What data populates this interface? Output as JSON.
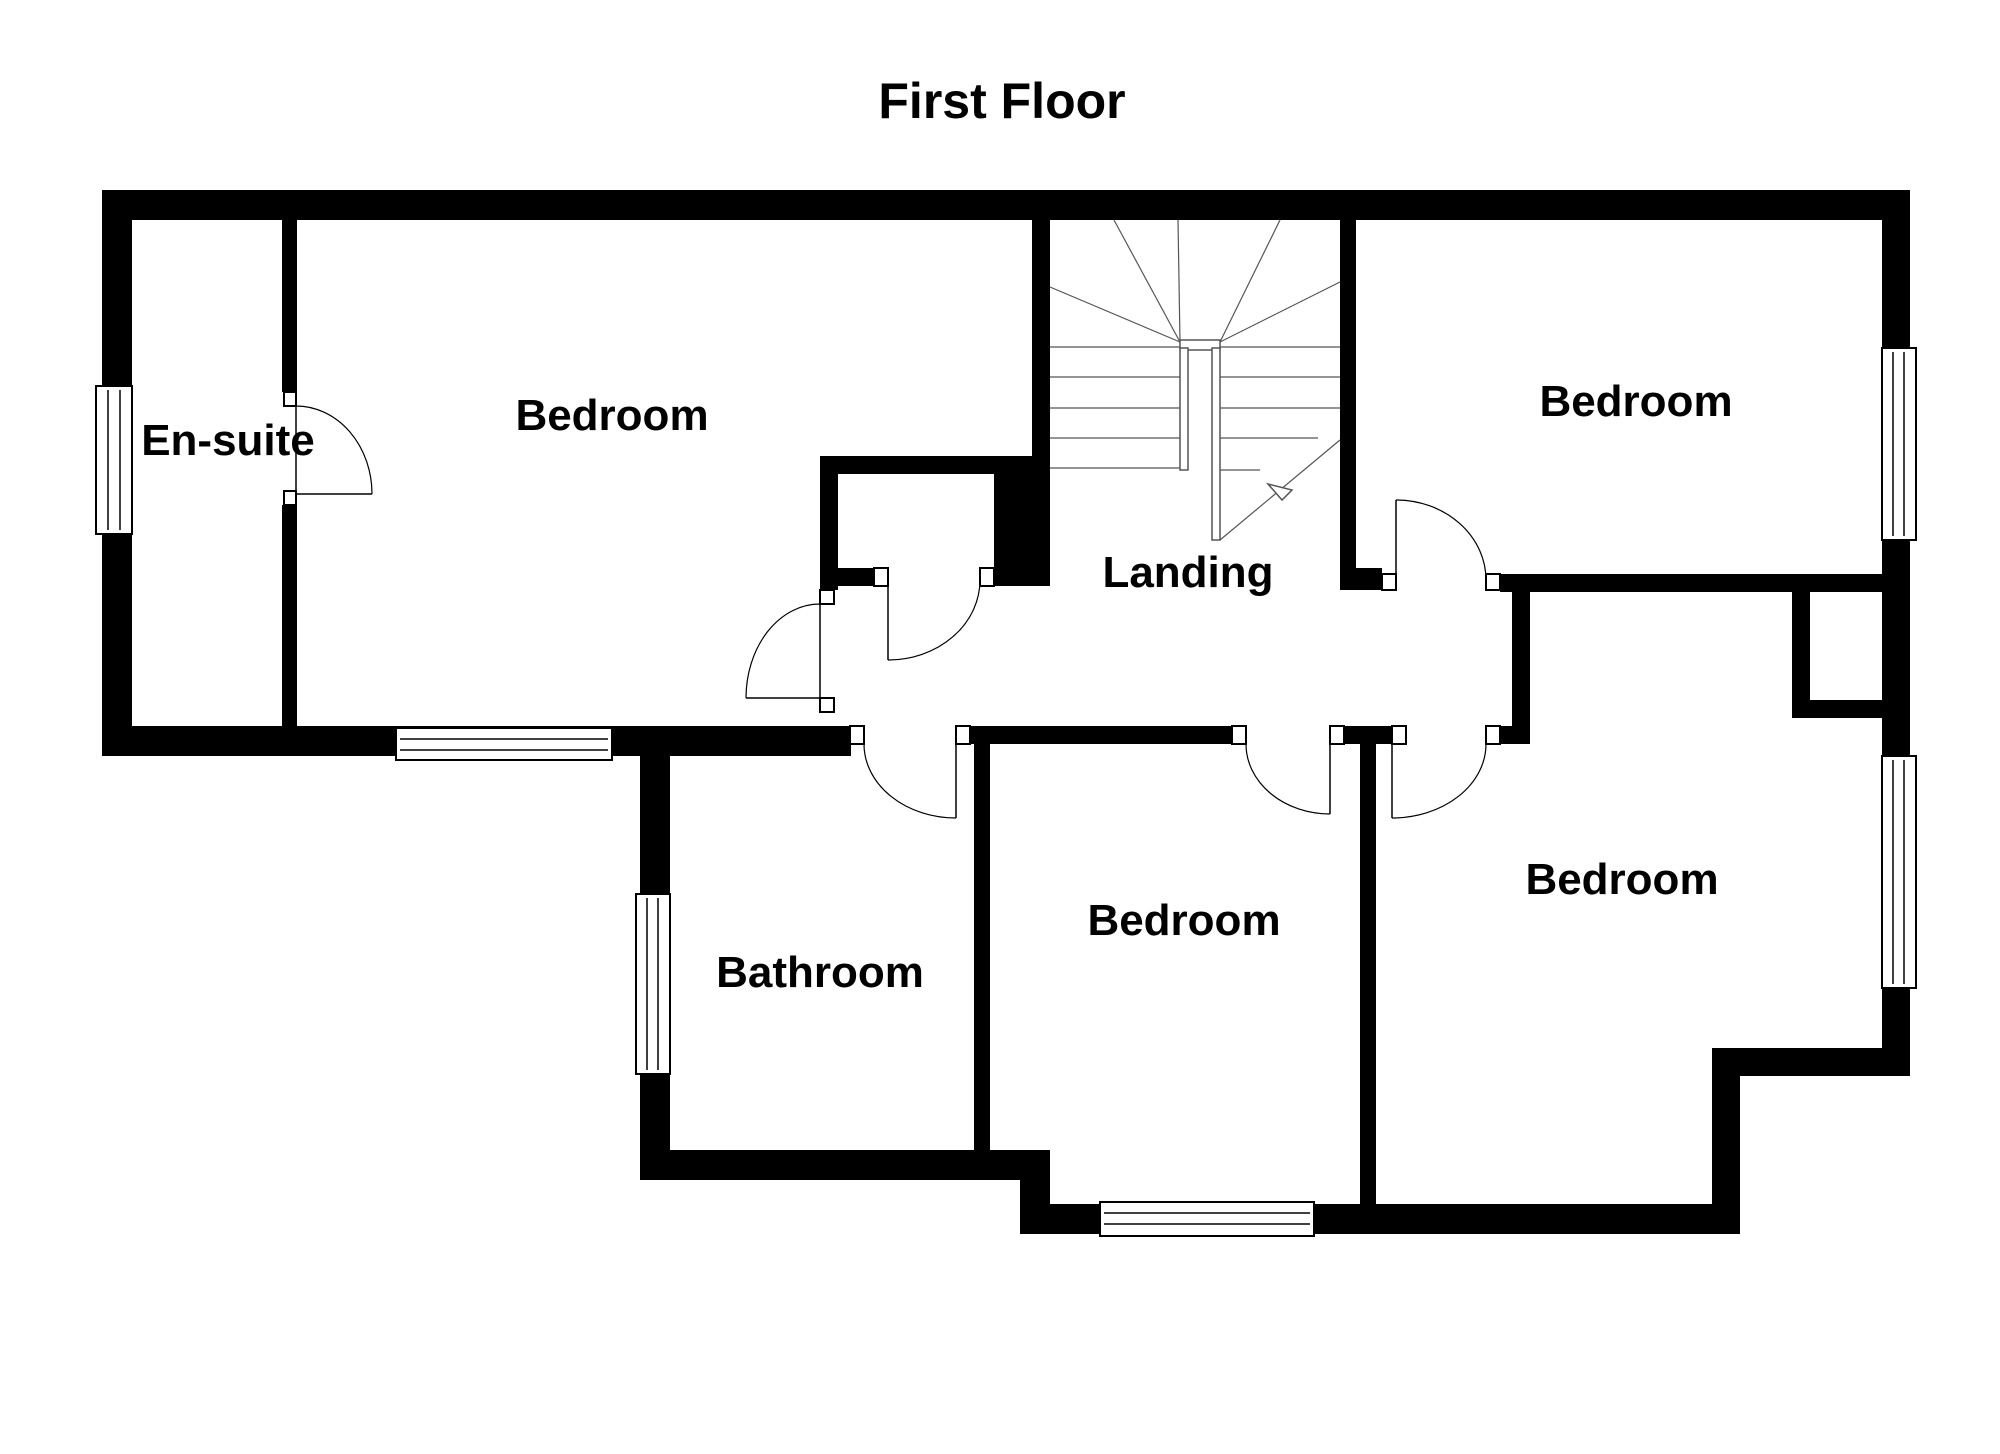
{
  "title": "First Floor",
  "rooms": [
    {
      "id": "ensuite",
      "label": "En-suite"
    },
    {
      "id": "bedroom-main",
      "label": "Bedroom"
    },
    {
      "id": "landing",
      "label": "Landing"
    },
    {
      "id": "bedroom-top-right",
      "label": "Bedroom"
    },
    {
      "id": "bathroom",
      "label": "Bathroom"
    },
    {
      "id": "bedroom-middle",
      "label": "Bedroom"
    },
    {
      "id": "bedroom-bottom-right",
      "label": "Bedroom"
    }
  ]
}
